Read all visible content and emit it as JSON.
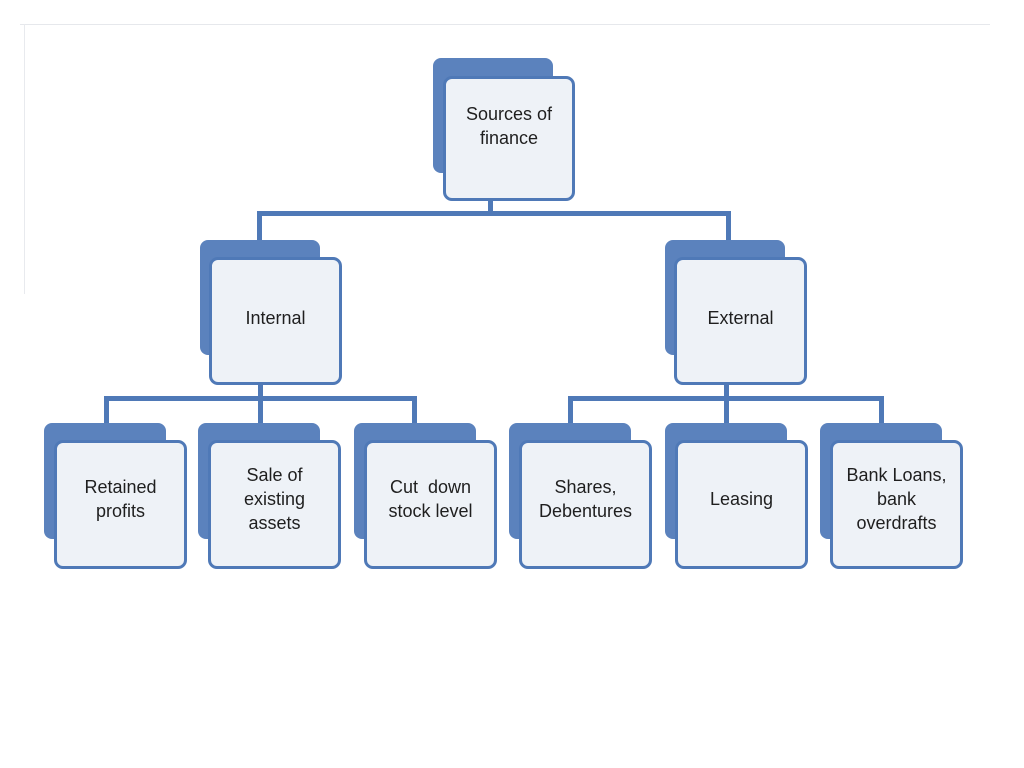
{
  "diagram": {
    "root": {
      "label": "Sources of\nfinance"
    },
    "internal": {
      "label": "Internal",
      "children": [
        "Retained\nprofits",
        "Sale of\nexisting\nassets",
        "Cut  down\nstock level"
      ]
    },
    "external": {
      "label": "External",
      "children": [
        "Shares,\nDebentures",
        "Leasing",
        "Bank Loans,\nbank\noverdrafts"
      ]
    },
    "colors": {
      "box_fill": "#eef2f7",
      "box_border": "#4f79b7",
      "box_shadow": "#5b82bd",
      "connector": "#4f79b7"
    }
  }
}
